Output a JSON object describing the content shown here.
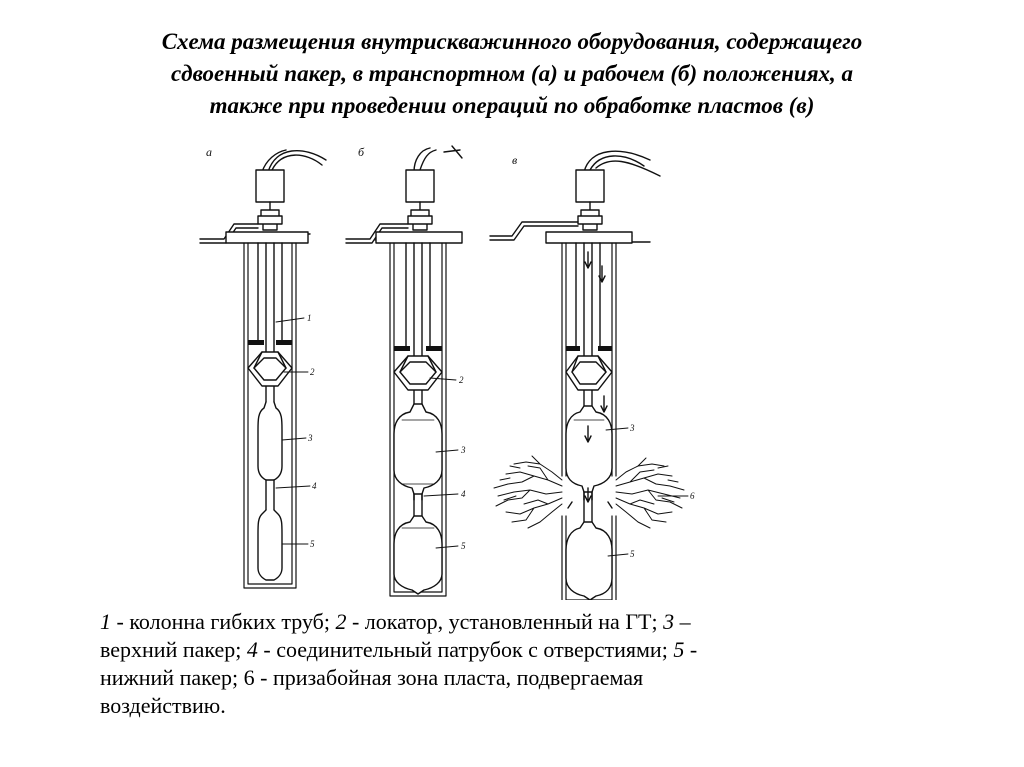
{
  "title": {
    "lines": [
      "Схема размещения внутрискважинного оборудования, содержащего",
      "сдвоенный пакер, в транспортном (а) и рабочем (б) положениях, а",
      "также при проведении операций по обработке пластов (в)"
    ]
  },
  "diagram": {
    "panel_labels": [
      "а",
      "б",
      "в"
    ],
    "callouts": {
      "a": [
        "1",
        "2",
        "3",
        "4",
        "5"
      ],
      "b": [
        "2",
        "3",
        "4",
        "5"
      ],
      "c": [
        "3",
        "5",
        "6"
      ]
    }
  },
  "legend": {
    "l1": {
      "n1": "1",
      "t1": " - колонна гибких труб; ",
      "n2": "2",
      "t2": " - локатор, установленный на ГТ; ",
      "n3": "3",
      "t3": " –"
    },
    "l2": {
      "t1": "верхний пакер; ",
      "n4": "4",
      "t2": " - соединительный патрубок с отверстиями; ",
      "n5": "5",
      "t3": " -"
    },
    "l3": {
      "t1": "нижний пакер; 6 - призабойная зона пласта, подвергаемая"
    },
    "l4": {
      "t1": "воздействию."
    }
  }
}
